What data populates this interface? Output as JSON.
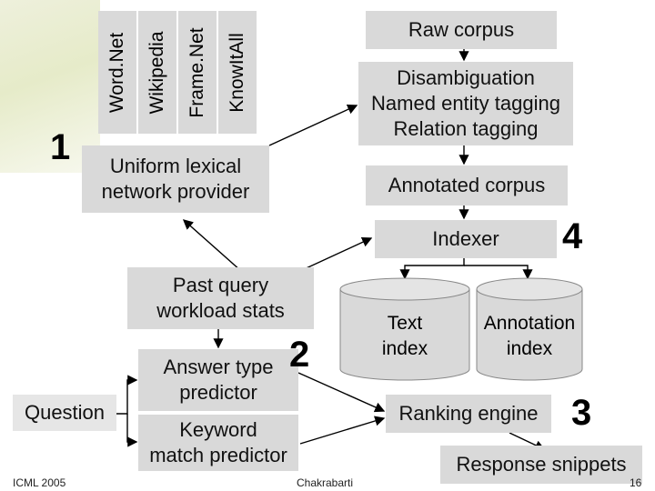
{
  "sources": [
    "Word.Net",
    "Wikipedia",
    "Frame.Net",
    "KnowItAll"
  ],
  "numbers": {
    "one": "1",
    "two": "2",
    "three": "3",
    "four": "4"
  },
  "boxes": {
    "raw_corpus": "Raw corpus",
    "disambiguation": [
      "Disambiguation",
      "Named entity tagging",
      "Relation tagging"
    ],
    "uniform_lexical": [
      "Uniform lexical",
      "network provider"
    ],
    "annotated_corpus": "Annotated corpus",
    "indexer": "Indexer",
    "past_query": [
      "Past query",
      "workload stats"
    ],
    "text_index": [
      "Text",
      "index"
    ],
    "annotation_index": [
      "Annotation",
      "index"
    ],
    "answer_type": [
      "Answer type",
      "predictor"
    ],
    "keyword_match": [
      "Keyword",
      "match predictor"
    ],
    "ranking_engine": "Ranking engine",
    "response_snippets": "Response snippets"
  },
  "labels": {
    "question": "Question"
  },
  "footer": {
    "left": "ICML 2005",
    "center": "Chakrabarti",
    "page": "16"
  }
}
